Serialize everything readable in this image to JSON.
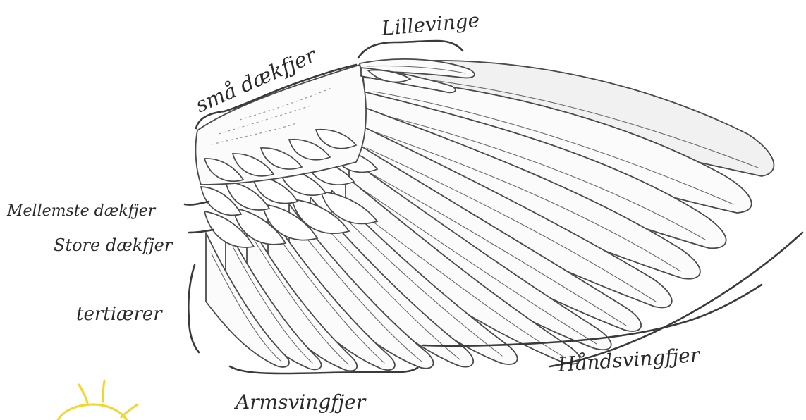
{
  "diagram": {
    "labels": {
      "small_coverts": "små dækfjer",
      "alula": "Lillevinge",
      "median_coverts": "Mellemste dækfjer",
      "greater_coverts": "Store dækfjer",
      "tertials": "tertiærer",
      "secondaries": "Armsvingfjer",
      "primaries": "Håndsvingfjer"
    },
    "colors": {
      "ink": "#2a2a2a",
      "feather_fill": "#fbfbfb",
      "sun": "#f3d62a"
    },
    "icons": [
      "sun-logo-icon"
    ]
  }
}
